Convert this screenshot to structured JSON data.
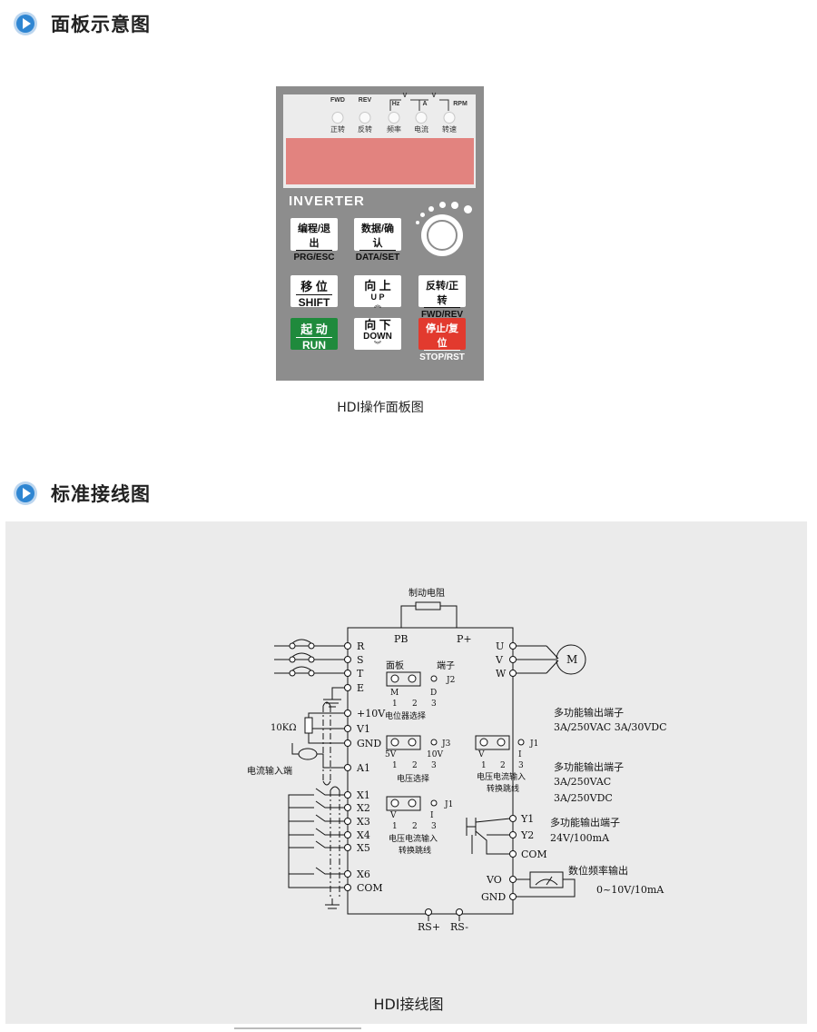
{
  "sections": {
    "panel_title": "面板示意图",
    "wiring_title": "标准接线图"
  },
  "panel": {
    "indicators_top": [
      "FWD",
      "REV",
      "Hz",
      "A",
      "RPM"
    ],
    "unit_marks": [
      "V",
      "V"
    ],
    "indicators_bottom": [
      "正转",
      "反转",
      "频率",
      "电流",
      "转速"
    ],
    "brand": "INVERTER",
    "keys": {
      "prg": {
        "cn": "编程/退出",
        "en": "PRG/ESC"
      },
      "data": {
        "cn": "数据/确认",
        "en": "DATA/SET"
      },
      "shift": {
        "cn": "移  位",
        "en": "SHIFT"
      },
      "up": {
        "cn": "向 上",
        "en": "U P"
      },
      "fwdrev": {
        "cn": "反转/正转",
        "en": "FWD/REV"
      },
      "run": {
        "cn": "起  动",
        "en": "RUN"
      },
      "down": {
        "cn": "向 下",
        "en": "DOWN"
      },
      "stop": {
        "cn": "停止/复位",
        "en": "STOP/RST"
      }
    },
    "caption": "HDI操作面板图"
  },
  "wiring": {
    "brake_resistor": "制动电阻",
    "pb": "PB",
    "pplus": "P+",
    "inputs_power": [
      "R",
      "S",
      "T",
      "E"
    ],
    "outputs_motor": [
      "U",
      "V",
      "W"
    ],
    "motor": "M",
    "analog_terms": [
      "+10V",
      "V1",
      "GND",
      "A1"
    ],
    "pot_label": "10KΩ",
    "current_input_label": "电流输入端",
    "digital_inputs": [
      "X1",
      "X2",
      "X3",
      "X4",
      "X5",
      "X6",
      "COM"
    ],
    "j2": {
      "title_left": "面板",
      "title_right": "端子",
      "id": "J2",
      "marks": [
        "M",
        "D"
      ],
      "nums": [
        "1",
        "2",
        "3"
      ],
      "label": "电位器选择"
    },
    "j3": {
      "id": "J3",
      "marks": [
        "5V",
        "10V"
      ],
      "nums": [
        "1",
        "2",
        "3"
      ],
      "label": "电压选择"
    },
    "j1a": {
      "id": "J1",
      "marks": [
        "V",
        "I"
      ],
      "nums": [
        "1",
        "2",
        "3"
      ],
      "label1": "电压电流输入",
      "label2": "转换跳线"
    },
    "j1b": {
      "id": "J1",
      "marks": [
        "V",
        "I"
      ],
      "nums": [
        "1",
        "2",
        "3"
      ],
      "label1": "电压电流输入",
      "label2": "转换跳线"
    },
    "relay1": {
      "title": "多功能输出端子",
      "spec": "3A/250VAC  3A/30VDC"
    },
    "relay2": {
      "title": "多功能输出端子",
      "spec1": "3A/250VAC",
      "spec2": "3A/250VDC"
    },
    "oc_out": {
      "terms": [
        "Y1",
        "Y2",
        "COM"
      ],
      "title": "多功能输出端子",
      "spec": "24V/100mA"
    },
    "freq_out": {
      "terms": [
        "VO",
        "GND"
      ],
      "title": "数位频率输出",
      "spec": "0~10V/10mA"
    },
    "rs485": [
      "RS+",
      "RS-"
    ]
  },
  "caption2": "HDI接线图"
}
